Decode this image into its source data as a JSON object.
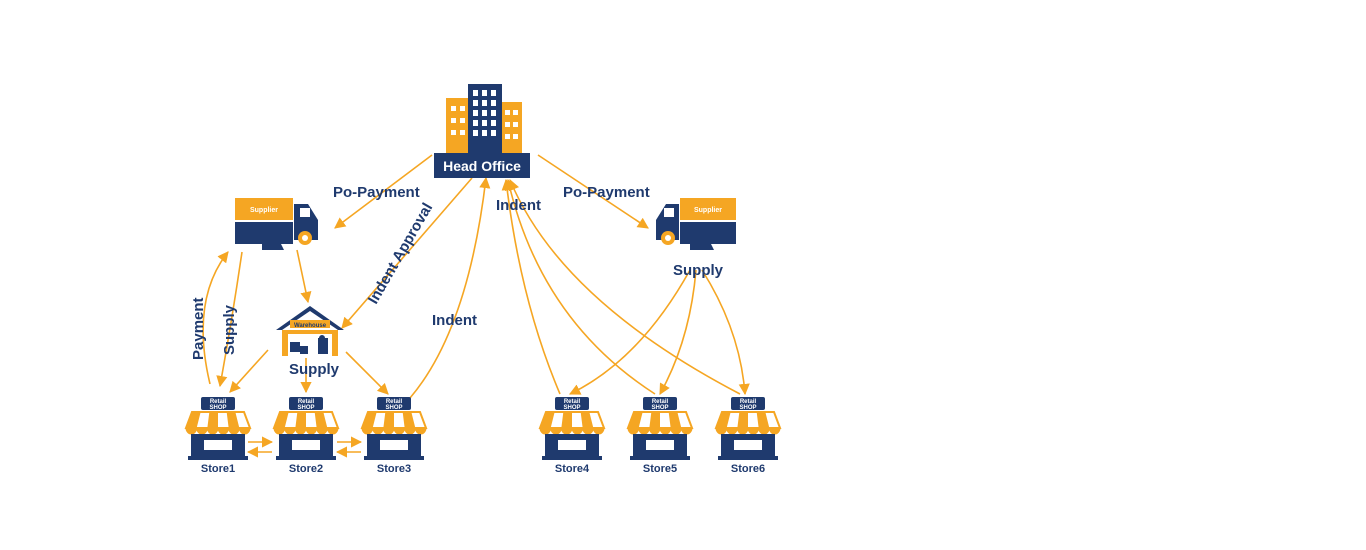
{
  "head_office": {
    "label": "Head Office"
  },
  "suppliers": [
    {
      "sign": "Supplier"
    },
    {
      "sign": "Supplier"
    }
  ],
  "warehouse": {
    "sign": "Warehouse"
  },
  "stores": [
    {
      "sign_top": "Retail",
      "sign_bottom": "SHOP",
      "label": "Store1"
    },
    {
      "sign_top": "Retail",
      "sign_bottom": "SHOP",
      "label": "Store2"
    },
    {
      "sign_top": "Retail",
      "sign_bottom": "SHOP",
      "label": "Store3"
    },
    {
      "sign_top": "Retail",
      "sign_bottom": "SHOP",
      "label": "Store4"
    },
    {
      "sign_top": "Retail",
      "sign_bottom": "SHOP",
      "label": "Store5"
    },
    {
      "sign_top": "Retail",
      "sign_bottom": "SHOP",
      "label": "Store6"
    }
  ],
  "edge_labels": {
    "po_payment_left": "Po-Payment",
    "po_payment_right": "Po-Payment",
    "indent_approval": "Indent Approval",
    "indent_top": "Indent",
    "indent_mid": "Indent",
    "payment": "Payment",
    "supply_left": "Supply",
    "supply_warehouse": "Supply",
    "supply_right": "Supply"
  },
  "colors": {
    "navy": "#1f3a6e",
    "orange": "#f5a623"
  }
}
